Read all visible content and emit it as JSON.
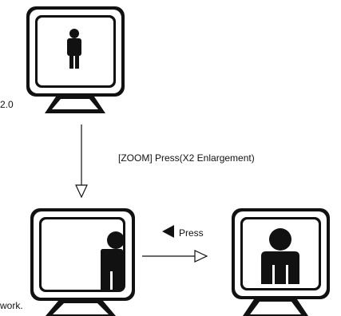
{
  "diagram": {
    "colors": {
      "ink": "#111111",
      "paper": "#ffffff",
      "bezel_shadow": "#111111"
    },
    "labels": {
      "zoom_caption": "[ZOOM] Press(X2 Enlargement)",
      "press_caption": "Press",
      "cropped_left_top": "2.0",
      "cropped_left_bottom": "work."
    },
    "icons": {
      "monitor": "crt-monitor-icon",
      "figure": "person-figure-icon",
      "pointer": "left-triangle-icon"
    }
  }
}
